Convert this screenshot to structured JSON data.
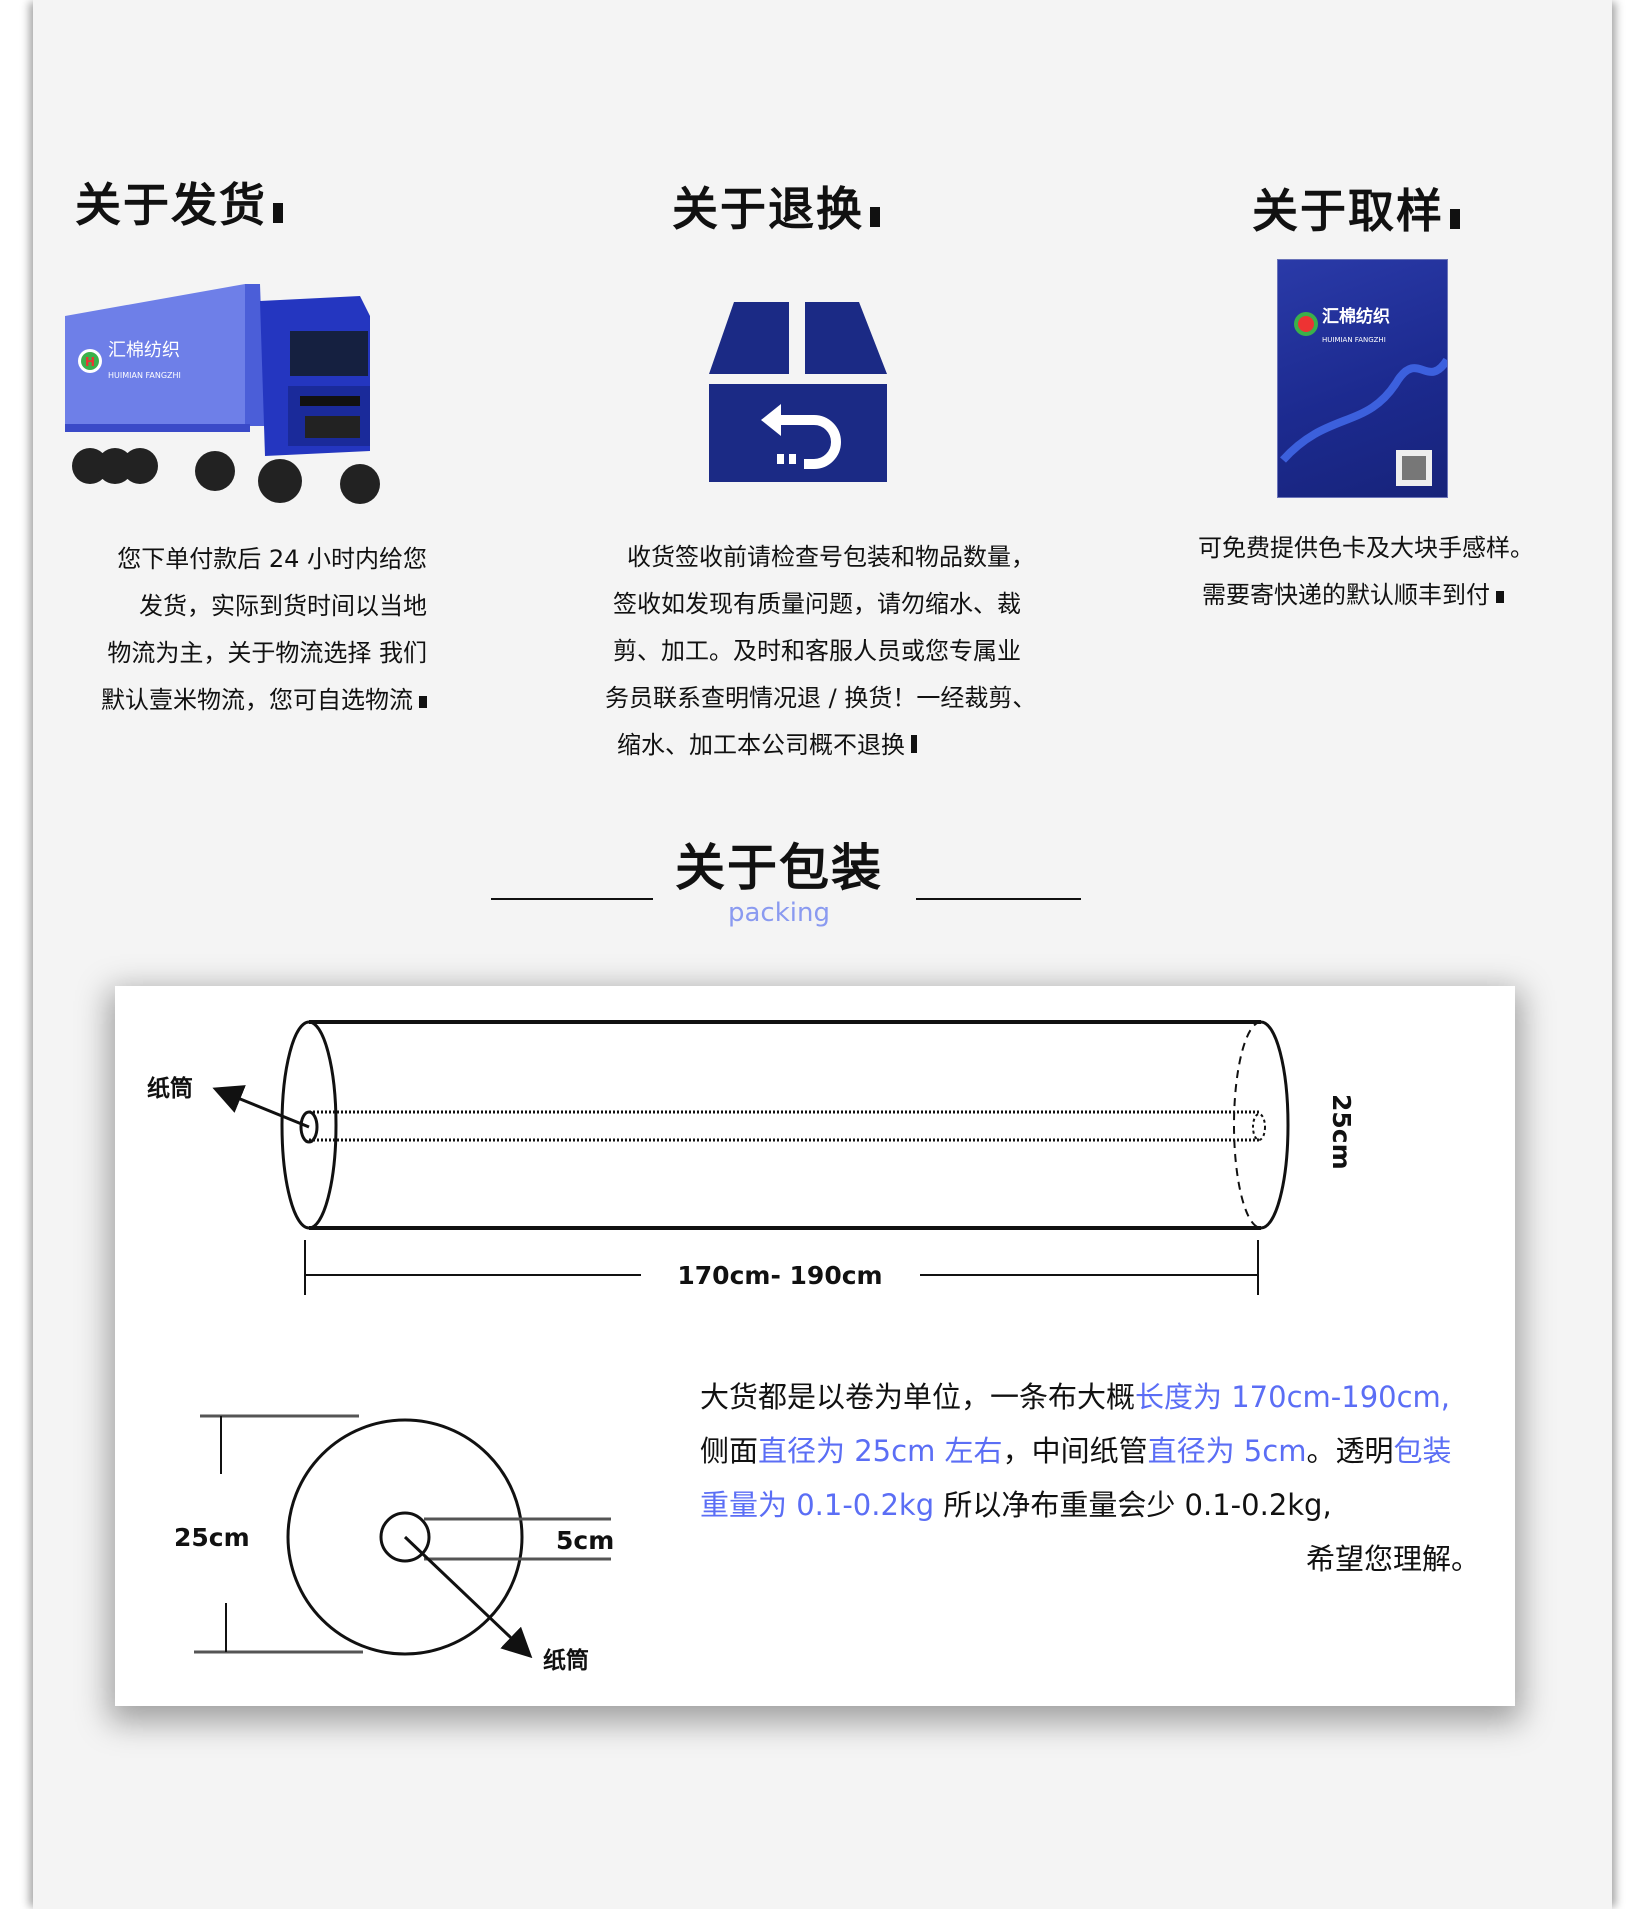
{
  "shipping": {
    "title": "关于发货",
    "lines": [
      "您下单付款后 24 小时内给您",
      "发货，实际到货时间以当地",
      "物流为主，关于物流选择 我们",
      "默认壹米物流，您可自选物流"
    ],
    "image": {
      "brand_cn": "汇棉纺织",
      "brand_en": "HUIMIAN FANGZHI"
    }
  },
  "returns": {
    "title": "关于退换",
    "lines": [
      "收货签收前请检查号包装和物品数量，",
      "签收如发现有质量问题，请勿缩水、裁",
      "剪、加工。及时和客服人员或您专属业",
      "务员联系查明情况退 / 换货！一经裁剪、",
      "缩水、加工本公司概不退换"
    ],
    "icon": "return-box-icon"
  },
  "samples": {
    "title": "关于取样",
    "lines": [
      "可免费提供色卡及大块手感样。",
      "需要寄快递的默认顺丰到付"
    ],
    "image": {
      "brand_cn": "汇棉纺织",
      "brand_en": "HUIMIAN FANGZHI"
    }
  },
  "packing": {
    "title": "关于包装",
    "subtitle": "packing",
    "diagram": {
      "tube_label": "纸筒",
      "diameter": "25cm",
      "length": "170cm- 190cm",
      "core": "5cm"
    },
    "description": [
      [
        {
          "t": "大货都是以卷为单位，一条布大概",
          "hl": false
        },
        {
          "t": "长度为 170cm-190cm,",
          "hl": true
        }
      ],
      [
        {
          "t": "侧面",
          "hl": false
        },
        {
          "t": "直径为 25cm 左右",
          "hl": true
        },
        {
          "t": "，中间纸管",
          "hl": false
        },
        {
          "t": "直径为 5cm",
          "hl": true
        },
        {
          "t": "。透明",
          "hl": false
        },
        {
          "t": "包装",
          "hl": true
        }
      ],
      [
        {
          "t": "重量为 0.1-0.2kg",
          "hl": true
        },
        {
          "t": " 所以净布重量会少 0.1-0.2kg,",
          "hl": false
        }
      ]
    ],
    "closing": "希望您理解。"
  },
  "colors": {
    "accent_blue": "#5b6ef5",
    "icon_navy": "#1b2a85",
    "background": "#f4f4f4"
  }
}
